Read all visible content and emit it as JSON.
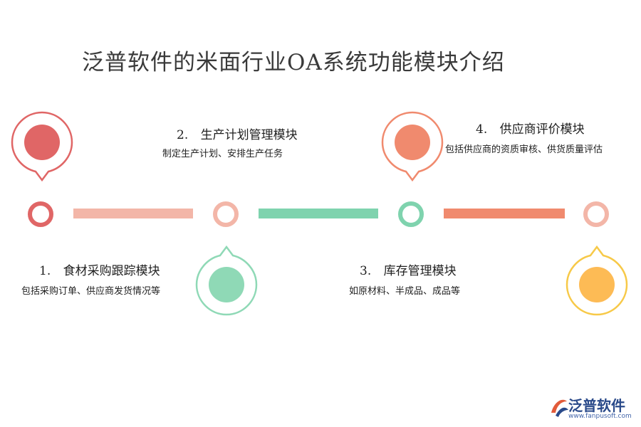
{
  "title": "泛普软件的米面行业OA系统功能模块介绍",
  "modules": [
    {
      "num": "1.",
      "name": "食材采购跟踪模块",
      "desc": "包括采购订单、供应商发货情况等",
      "color": "#e06666"
    },
    {
      "num": "2.",
      "name": "生产计划管理模块",
      "desc": "制定生产计划、安排生产任务",
      "color": "#f3b6a8"
    },
    {
      "num": "3.",
      "name": "库存管理模块",
      "desc": "如原材料、半成品、成品等",
      "color": "#7fd3ae"
    },
    {
      "num": "4.",
      "name": "供应商评价模块",
      "desc": "包括供应商的资质审核、供货质量评估",
      "color": "#f08a6e"
    }
  ],
  "extra_color": "#f3b6a8",
  "pin_colors": [
    "#e06666",
    "#8fd9b6",
    "#f08a6e",
    "#f7c948"
  ],
  "pin_inner_colors": [
    "#e06666",
    "#8fd9b6",
    "#f08a6e",
    "#fdbb55"
  ],
  "logo": {
    "name": "泛普软件",
    "url": "www.fanpusoft.com"
  }
}
